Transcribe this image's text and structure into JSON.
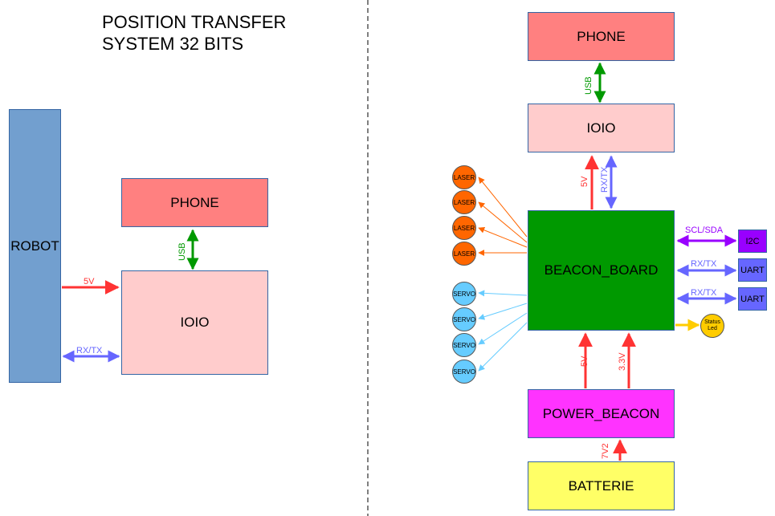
{
  "title": {
    "line1": "POSITION TRANSFER",
    "line2": "SYSTEM 32 BITS"
  },
  "left": {
    "robot": "ROBOT",
    "phone": "PHONE",
    "ioio": "IOIO",
    "usb": "USB",
    "v5": "5V",
    "rxtx": "RX/TX"
  },
  "right": {
    "phone": "PHONE",
    "ioio": "IOIO",
    "usb": "USB",
    "v5_top": "5V",
    "rxtx_top": "RX/TX",
    "beacon_board": "BEACON_BOARD",
    "lasers": [
      "LASER",
      "LASER",
      "LASER",
      "LASER"
    ],
    "servos": [
      "SERVO",
      "SERVO",
      "SERVO",
      "SERVO"
    ],
    "scl_sda": "SCL/SDA",
    "i2c": "I2C",
    "rxtx_uart1": "RX/TX",
    "uart1": "UART",
    "rxtx_uart2": "RX/TX",
    "uart2": "UART",
    "status_led": "Status Led",
    "v5_bottom": "5V",
    "v33": "3.3V",
    "power_beacon": "POWER_BEACON",
    "v7v2": "7V2",
    "batterie": "BATTERIE"
  },
  "colors": {
    "phone": "#ff8080",
    "ioio": "#ffcccc",
    "robot": "#729fcf",
    "beacon": "#009900",
    "power": "#ff33ff",
    "battery": "#ffff66",
    "laser": "#ff6600",
    "servo": "#66ccff",
    "i2c": "#9900ff",
    "uart": "#6666ff",
    "status": "#ffcc00",
    "arrow_power": "#ff3333",
    "arrow_data": "#6666ff",
    "arrow_usb": "#009900"
  }
}
